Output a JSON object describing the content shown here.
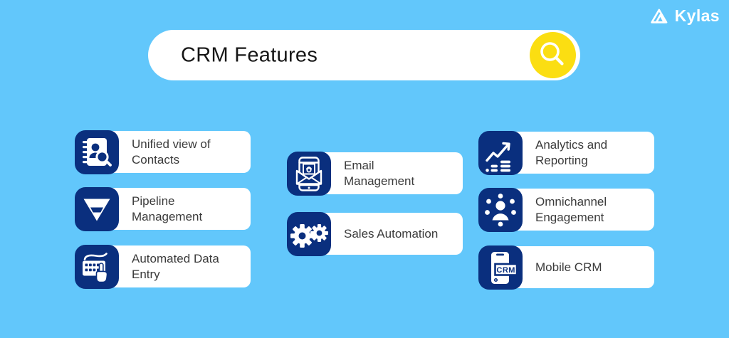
{
  "brand": {
    "name": "Kylas",
    "icon": "kylas-mountain-icon"
  },
  "search": {
    "query": "CRM Features",
    "icon": "search-icon"
  },
  "features": [
    {
      "label": "Unified view of Contacts",
      "icon": "contacts-book-icon"
    },
    {
      "label": "Pipeline Management",
      "icon": "pipeline-funnel-icon"
    },
    {
      "label": "Automated Data Entry",
      "icon": "automated-data-entry-icon"
    },
    {
      "label": "Email Management",
      "icon": "email-phone-icon"
    },
    {
      "label": "Sales Automation",
      "icon": "sales-gears-icon"
    },
    {
      "label": "Analytics and Reporting",
      "icon": "analytics-chart-icon"
    },
    {
      "label": "Omnichannel Engagement",
      "icon": "omnichannel-people-icon"
    },
    {
      "label": "Mobile CRM",
      "icon": "mobile-crm-icon",
      "tile_text": "CRM"
    }
  ],
  "colors": {
    "background": "#62C7FB",
    "tile_navy": "#0A2F7E",
    "accent_yellow": "#FBDE12",
    "card_white": "#FFFFFF",
    "label_text": "#3B3B3B",
    "search_text": "#161616"
  }
}
